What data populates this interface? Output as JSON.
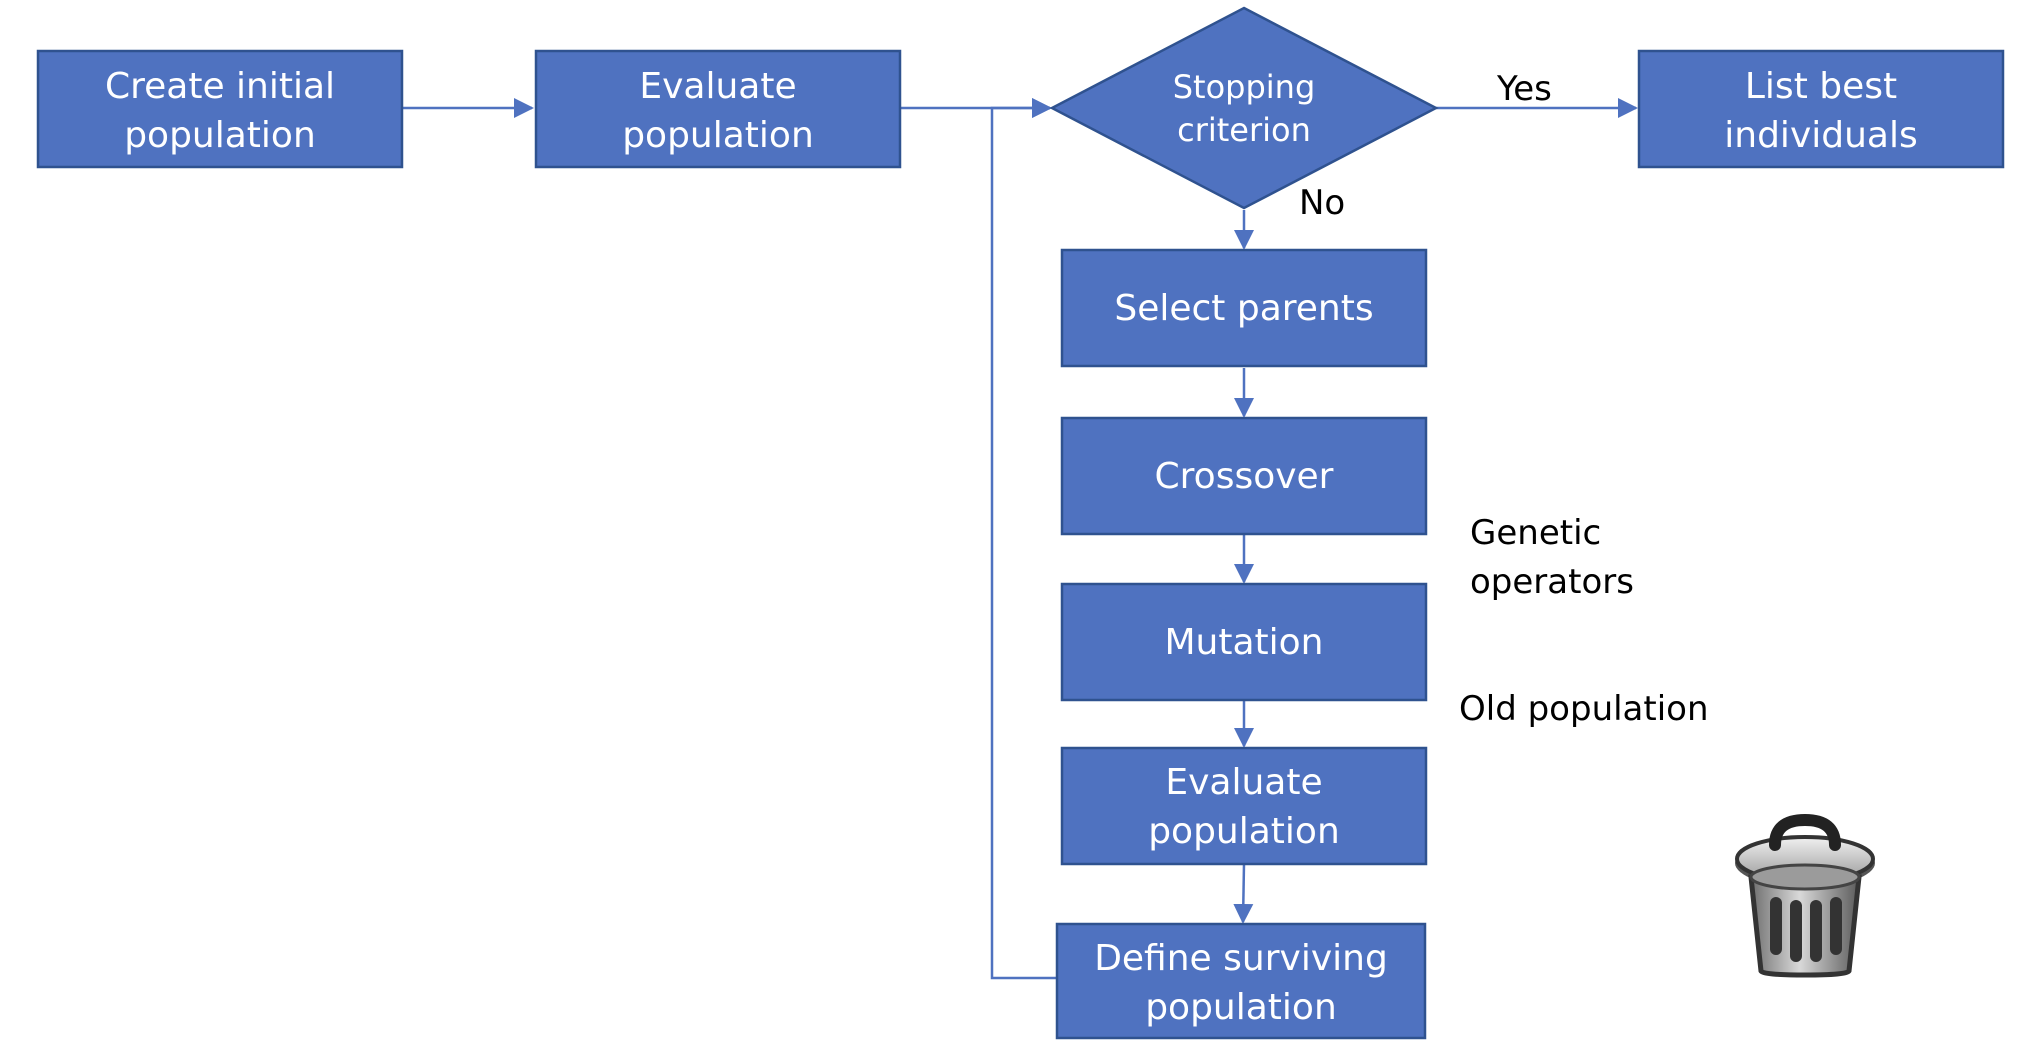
{
  "nodes": {
    "create_initial_population": {
      "line1": "Create initial",
      "line2": "population"
    },
    "evaluate_population_top": {
      "line1": "Evaluate",
      "line2": "population"
    },
    "stopping_criterion": {
      "line1": "Stopping",
      "line2": "criterion"
    },
    "list_best_individuals": {
      "line1": "List best",
      "line2": "individuals"
    },
    "select_parents": {
      "label": "Select parents"
    },
    "crossover": {
      "label": "Crossover"
    },
    "mutation": {
      "label": "Mutation"
    },
    "evaluate_population_bottom": {
      "line1": "Evaluate",
      "line2": "population"
    },
    "define_surviving_population": {
      "line1": "Define surviving",
      "line2": "population"
    }
  },
  "edge_labels": {
    "yes": "Yes",
    "no": "No"
  },
  "annotations": {
    "genetic_operators": {
      "line1": "Genetic",
      "line2": "operators"
    },
    "old_population": "Old population"
  },
  "icons": {
    "trash": "trash-can-icon"
  },
  "colors": {
    "box_fill": "#4f72c0",
    "box_border": "#2f528f",
    "connector": "#4f72c0"
  }
}
